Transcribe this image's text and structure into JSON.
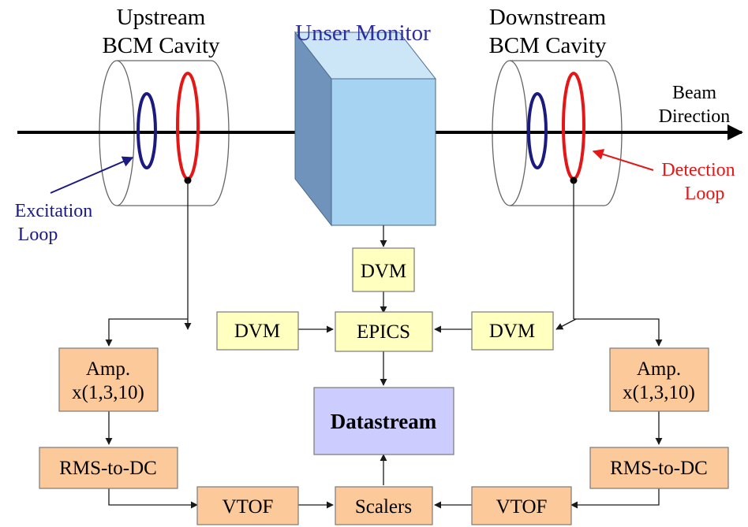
{
  "labels": {
    "upstream_line1": "Upstream",
    "upstream_line2": "BCM Cavity",
    "unser_monitor": "Unser Monitor",
    "downstream_line1": "Downstream",
    "downstream_line2": "BCM Cavity",
    "beam_line1": "Beam",
    "beam_line2": "Direction",
    "excitation_line1": "Excitation",
    "excitation_line2": "Loop",
    "detection_line1": "Detection",
    "detection_line2": "Loop"
  },
  "boxes": {
    "dvm_unser": "DVM",
    "dvm_left": "DVM",
    "epics": "EPICS",
    "dvm_right": "DVM",
    "amp_left_line1": "Amp.",
    "amp_left_line2": "x(1,3,10)",
    "amp_right_line1": "Amp.",
    "amp_right_line2": "x(1,3,10)",
    "datastream": "Datastream",
    "rms_left": "RMS-to-DC",
    "rms_right": "RMS-to-DC",
    "vtof_left": "VTOF",
    "scalers": "Scalers",
    "vtof_right": "VTOF"
  },
  "colors": {
    "yellow_box": "#ffffbf",
    "orange_box": "#fcc99b",
    "datastream_box": "#ccccff",
    "unser_text": "#2d2d9e",
    "excitation": "#1a1a80",
    "detection": "#e51616",
    "unser_front": "#a6d3f2",
    "unser_top": "#cce6f8",
    "unser_side": "#6f93bb"
  }
}
